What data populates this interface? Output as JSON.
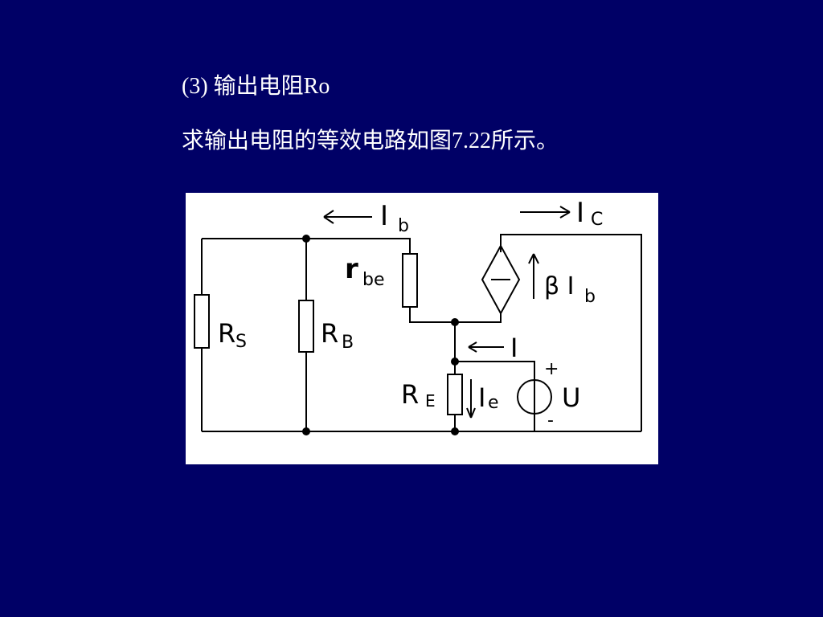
{
  "slide": {
    "heading": "(3)  输出电阻Ro",
    "caption": "求输出电阻的等效电路如图7.22所示。"
  },
  "circuit": {
    "labels": {
      "ib_main": "I",
      "ib_main_sub": "b",
      "ic_main": "I",
      "ic_main_sub": "C",
      "rbe_main": "r",
      "rbe_sub": "be",
      "beta_ib": "β I",
      "beta_ib_sub": "b",
      "rs_main": "R",
      "rs_sub": "S",
      "rb_main": "R",
      "rb_sub": "B",
      "re_main": "R",
      "re_sub": "E",
      "i_label": "I",
      "ie_main": "I",
      "ie_sub": "e",
      "u_label": "U",
      "plus": "+",
      "minus": "-"
    },
    "colors": {
      "background": "#000066",
      "figure_bg": "#ffffff",
      "wire": "#000000",
      "text": "#ffffff"
    }
  }
}
